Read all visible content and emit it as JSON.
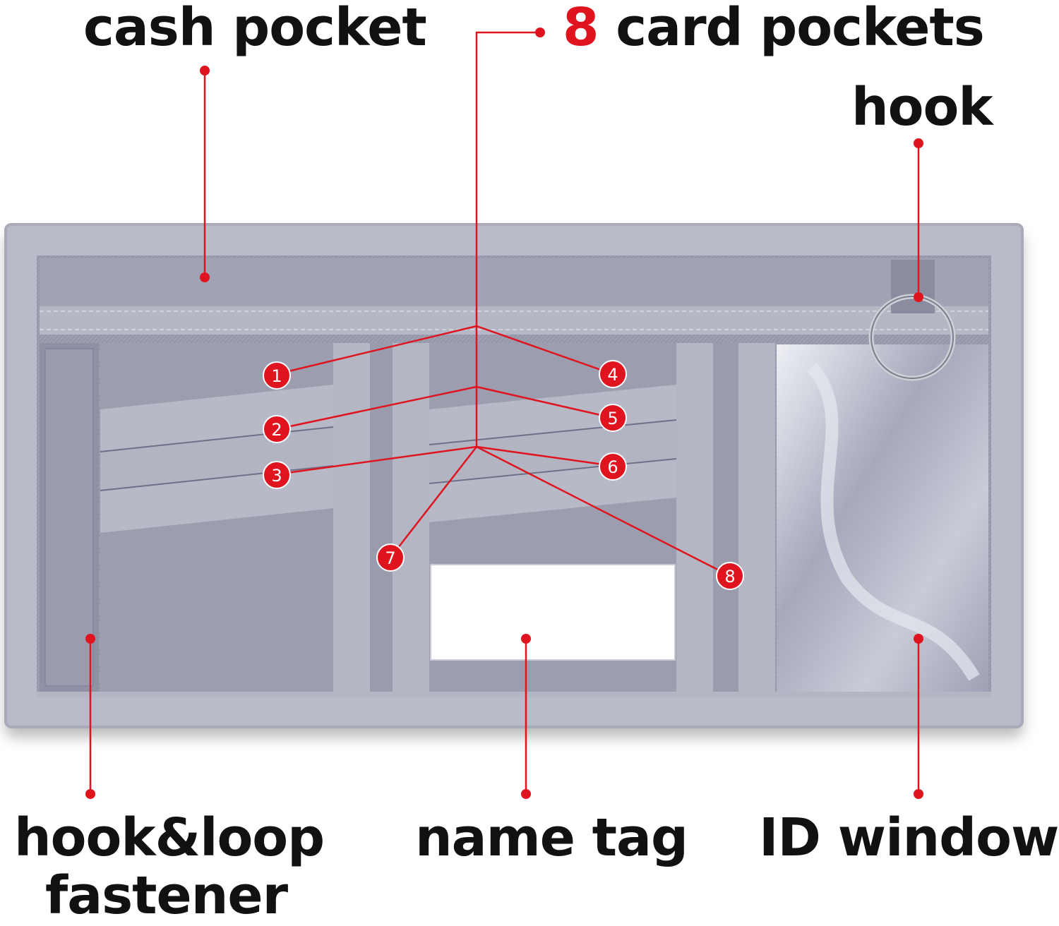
{
  "labels": {
    "cash_pocket": "cash pocket",
    "card_pockets_count": "8",
    "card_pockets_text": "card pockets",
    "hook": "hook",
    "hook_loop_line1": "hook&loop",
    "hook_loop_line2": "fastener",
    "name_tag": "name tag",
    "id_window": "ID window"
  },
  "badges": [
    "1",
    "2",
    "3",
    "4",
    "5",
    "6",
    "7",
    "8"
  ],
  "colors": {
    "accent_red": "#e0141e",
    "wallet_gray": "#9a9cae",
    "trim_gray": "#b7b9c6",
    "text_black": "#111111"
  }
}
